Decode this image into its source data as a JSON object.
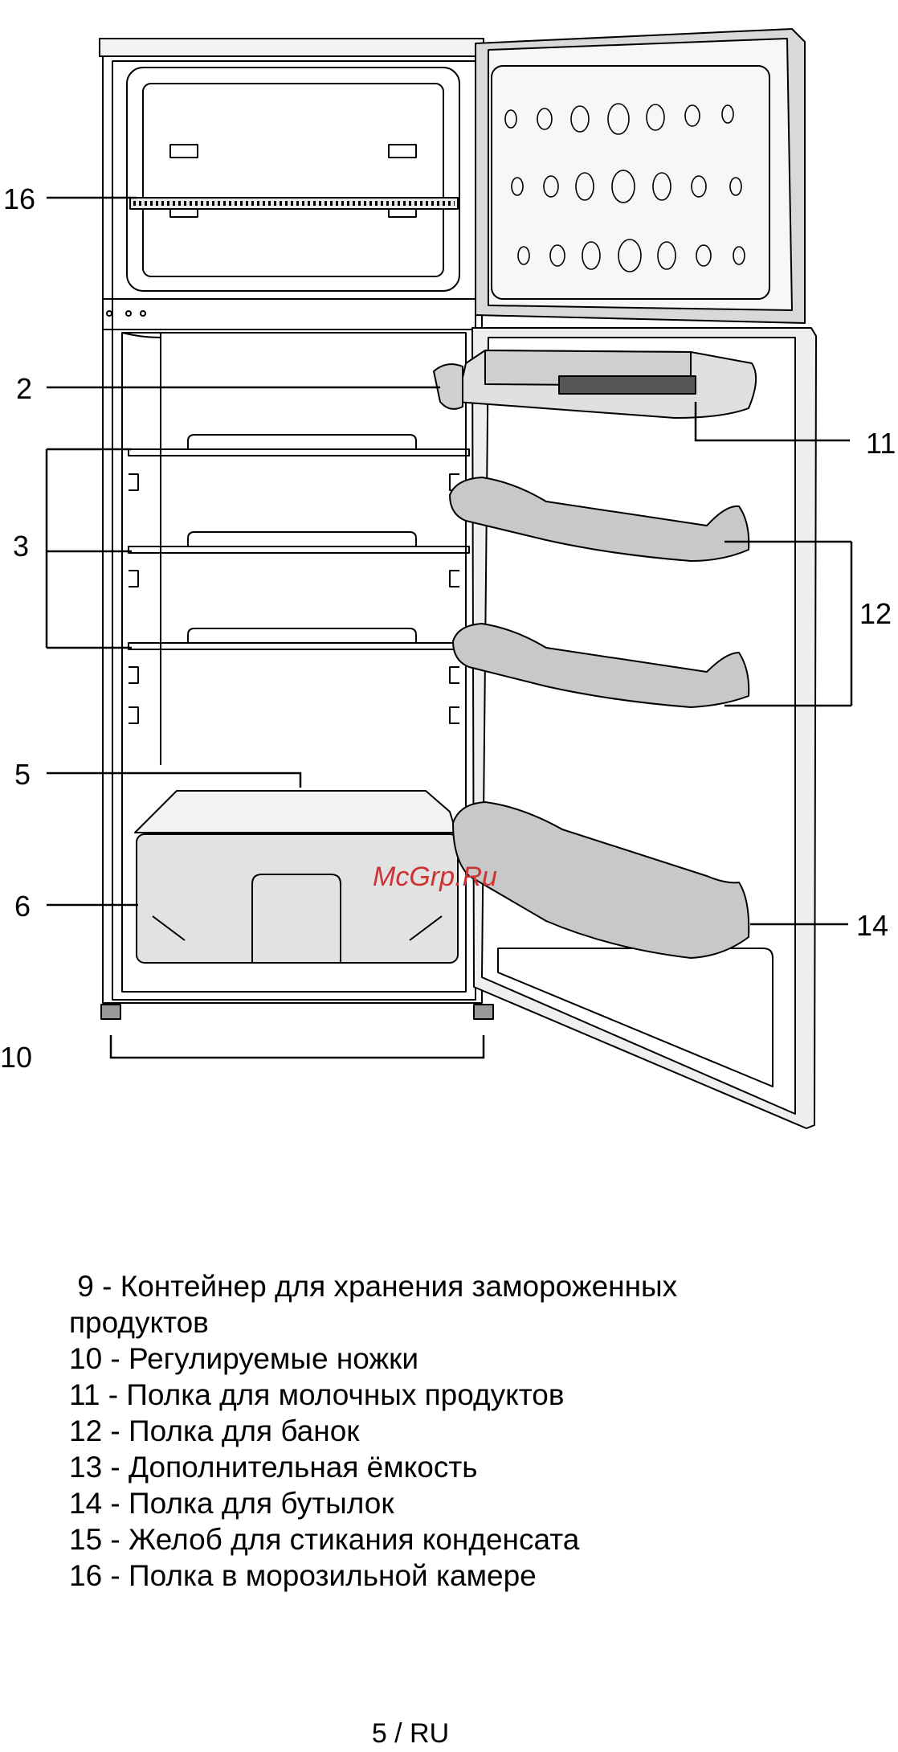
{
  "diagram": {
    "callouts": [
      {
        "id": "16",
        "label": "16"
      },
      {
        "id": "2",
        "label": "2"
      },
      {
        "id": "11",
        "label": "11"
      },
      {
        "id": "3",
        "label": "3"
      },
      {
        "id": "12",
        "label": "12"
      },
      {
        "id": "5",
        "label": "5"
      },
      {
        "id": "6",
        "label": "6"
      },
      {
        "id": "14",
        "label": "14"
      },
      {
        "id": "10",
        "label": "10"
      }
    ],
    "watermark": "McGrp.Ru"
  },
  "legend": [
    {
      "text": " 9 - Контейнер для хранения замороженных\nпродуктов"
    },
    {
      "text": "10 - Регулируемые ножки"
    },
    {
      "text": "11 - Полка для молочных продуктов"
    },
    {
      "text": "12 - Полка для банок"
    },
    {
      "text": "13 - Дополнительная ёмкость"
    },
    {
      "text": "14 - Полка для бутылок"
    },
    {
      "text": "15 - Желоб для стикания конденсата"
    },
    {
      "text": "16 - Полка в морозильной камере"
    }
  ],
  "footer": {
    "page": "5 / RU"
  }
}
